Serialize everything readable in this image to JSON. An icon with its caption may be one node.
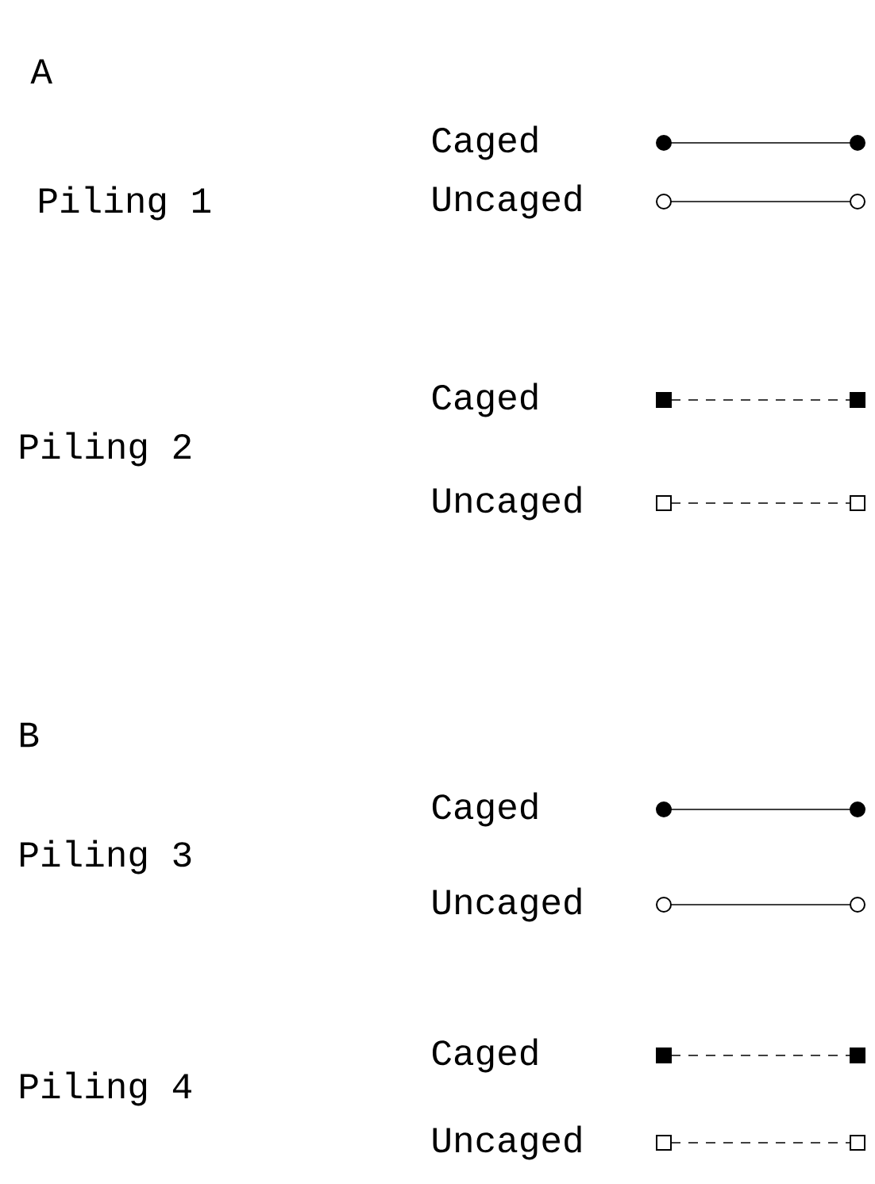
{
  "diagram": {
    "labels": [
      "A",
      "Piling 1",
      "Piling 2",
      "B",
      "Piling 3",
      "Piling 4"
    ],
    "legend": [
      {
        "text": "Caged"
      },
      {
        "text": "Uncaged"
      },
      {
        "text": "Caged"
      },
      {
        "text": "Uncaged"
      },
      {
        "text": "Caged"
      },
      {
        "text": "Uncaged"
      },
      {
        "text": "Caged"
      },
      {
        "text": "Uncaged"
      }
    ]
  }
}
